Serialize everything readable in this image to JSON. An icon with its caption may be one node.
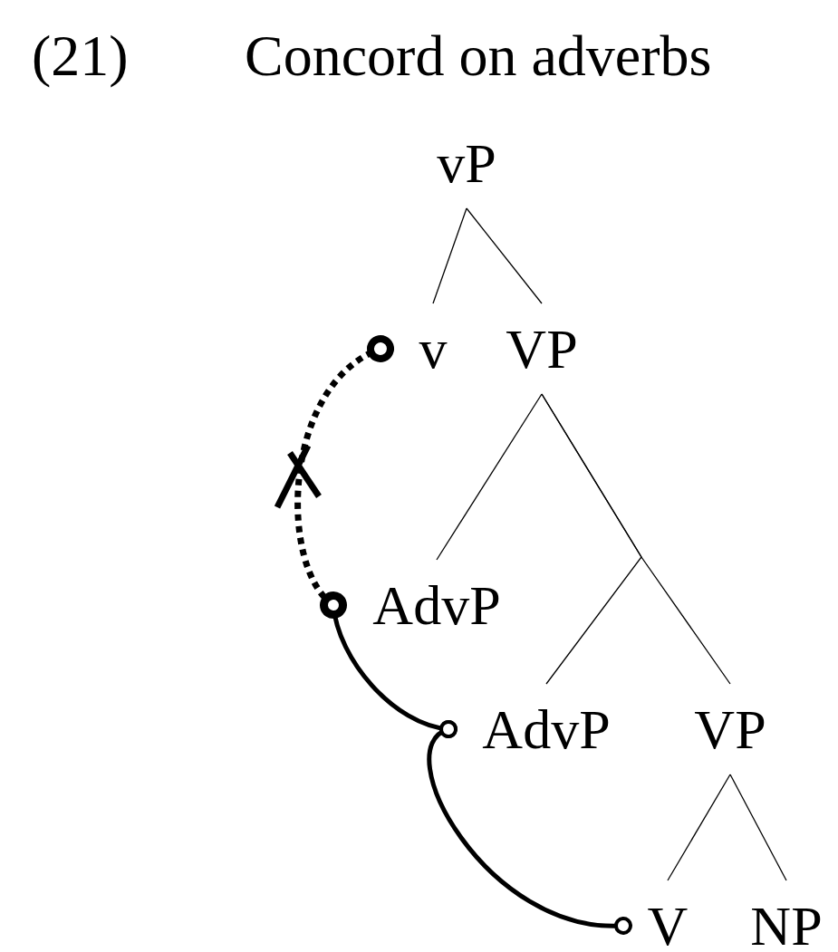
{
  "diagram": {
    "title": "Concord on adverbs",
    "nodes": [
      {
        "text": [
          "vP"
        ]
      },
      {
        "text": [
          "v"
        ]
      },
      {
        "text": [
          "VP"
        ]
      },
      {
        "text": [
          "AdvP"
        ]
      },
      {
        "text": [
          "AdvP"
        ]
      },
      {
        "text": [
          "VP"
        ]
      },
      {
        "text": [
          "V"
        ]
      },
      {
        "text": [
          "NP"
        ]
      }
    ],
    "edges": [
      {
        "from": 0,
        "to": 1,
        "arrow": "none"
      },
      {
        "from": 0,
        "to": 2,
        "arrow": "none"
      },
      {
        "from": 2,
        "to": 3,
        "arrow": "none"
      },
      {
        "from": 2,
        "to": 4,
        "arrow": "none"
      },
      {
        "from": 2,
        "to": 5,
        "arrow": "none"
      },
      {
        "from": 5,
        "to": 6,
        "arrow": "none"
      },
      {
        "from": 5,
        "to": 7,
        "arrow": "none"
      },
      {
        "from": 3,
        "to": 1,
        "arrow": "other",
        "style": "dashed"
      },
      {
        "from": 3,
        "to": 4,
        "arrow": "other",
        "style": "thick"
      },
      {
        "from": 4,
        "to": 6,
        "arrow": "other",
        "style": "thick"
      }
    ],
    "labels": [
      "(21)"
    ]
  }
}
